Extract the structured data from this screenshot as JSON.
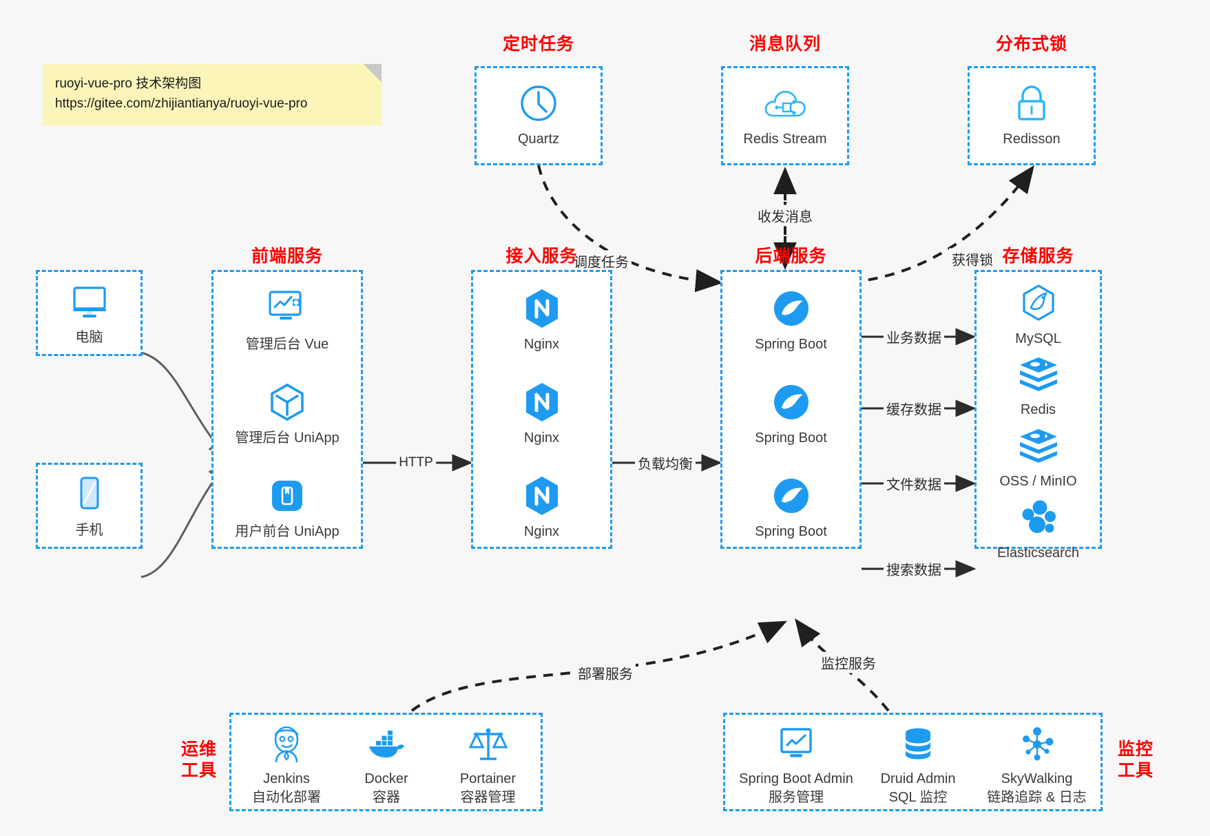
{
  "note": {
    "line1": "ruoyi-vue-pro 技术架构图",
    "line2": "https://gitee.com/zhijiantianya/ruoyi-vue-pro"
  },
  "groups": {
    "scheduler": {
      "title": "定时任务",
      "items": [
        {
          "label": "Quartz",
          "icon": "clock-icon"
        }
      ]
    },
    "mq": {
      "title": "消息队列",
      "items": [
        {
          "label": "Redis Stream",
          "icon": "cloud-stream-icon"
        }
      ]
    },
    "lock": {
      "title": "分布式锁",
      "items": [
        {
          "label": "Redisson",
          "icon": "lock-icon"
        }
      ]
    },
    "client_pc": {
      "title": "",
      "items": [
        {
          "label": "电脑",
          "icon": "desktop-icon"
        }
      ]
    },
    "client_phone": {
      "title": "",
      "items": [
        {
          "label": "手机",
          "icon": "phone-icon"
        }
      ]
    },
    "frontend": {
      "title": "前端服务",
      "items": [
        {
          "label": "管理后台 Vue",
          "icon": "dashboard-gear-icon"
        },
        {
          "label": "管理后台 UniApp",
          "icon": "cube-icon"
        },
        {
          "label": "用户前台 UniApp",
          "icon": "mobile-app-icon"
        }
      ]
    },
    "gateway": {
      "title": "接入服务",
      "items": [
        {
          "label": "Nginx",
          "icon": "nginx-icon"
        },
        {
          "label": "Nginx",
          "icon": "nginx-icon"
        },
        {
          "label": "Nginx",
          "icon": "nginx-icon"
        }
      ]
    },
    "backend": {
      "title": "后端服务",
      "items": [
        {
          "label": "Spring Boot",
          "icon": "spring-icon"
        },
        {
          "label": "Spring Boot",
          "icon": "spring-icon"
        },
        {
          "label": "Spring Boot",
          "icon": "spring-icon"
        }
      ]
    },
    "storage": {
      "title": "存储服务",
      "items": [
        {
          "label": "MySQL",
          "icon": "mysql-icon"
        },
        {
          "label": "Redis",
          "icon": "redis-icon"
        },
        {
          "label": "OSS / MinIO",
          "icon": "redis-icon"
        },
        {
          "label": "Elasticsearch",
          "icon": "elasticsearch-icon"
        }
      ]
    },
    "devops": {
      "title": "运维\n工具",
      "title_lines": [
        "运维",
        "工具"
      ],
      "items": [
        {
          "label": "Jenkins",
          "sub": "自动化部署",
          "icon": "jenkins-icon"
        },
        {
          "label": "Docker",
          "sub": "容器",
          "icon": "docker-icon"
        },
        {
          "label": "Portainer",
          "sub": "容器管理",
          "icon": "scales-icon"
        }
      ]
    },
    "monitor": {
      "title": "监控\n工具",
      "title_lines": [
        "监控",
        "工具"
      ],
      "items": [
        {
          "label": "Spring Boot Admin",
          "sub": "服务管理",
          "icon": "monitor-chart-icon"
        },
        {
          "label": "Druid Admin",
          "sub": "SQL 监控",
          "icon": "database-icon"
        },
        {
          "label": "SkyWalking",
          "sub": "链路追踪 & 日志",
          "icon": "skywalking-icon"
        }
      ]
    }
  },
  "edges": [
    {
      "label": "调度任务",
      "from": "scheduler",
      "to": "backend",
      "style": "dashed"
    },
    {
      "label": "收发消息",
      "from": "backend",
      "to": "mq",
      "style": "dashed"
    },
    {
      "label": "获得锁",
      "from": "backend",
      "to": "lock",
      "style": "dashed"
    },
    {
      "label": "HTTP",
      "from": "frontend",
      "to": "gateway",
      "style": "solid"
    },
    {
      "label": "负载均衡",
      "from": "gateway",
      "to": "backend",
      "style": "solid"
    },
    {
      "label": "业务数据",
      "from": "backend",
      "to": "storage",
      "style": "solid"
    },
    {
      "label": "缓存数据",
      "from": "backend",
      "to": "storage",
      "style": "solid"
    },
    {
      "label": "文件数据",
      "from": "backend",
      "to": "storage",
      "style": "solid"
    },
    {
      "label": "搜索数据",
      "from": "backend",
      "to": "storage",
      "style": "solid"
    },
    {
      "label": "部署服务",
      "from": "devops",
      "to": "backend",
      "style": "dashed"
    },
    {
      "label": "监控服务",
      "from": "monitor",
      "to": "backend",
      "style": "dashed"
    }
  ],
  "colors": {
    "accent": "#1e9bf0",
    "title": "#ff0000",
    "text": "#3a3a3a",
    "background": "#f7f7f7",
    "note": "#fbf5ba",
    "edge": "#2b2b2b"
  }
}
